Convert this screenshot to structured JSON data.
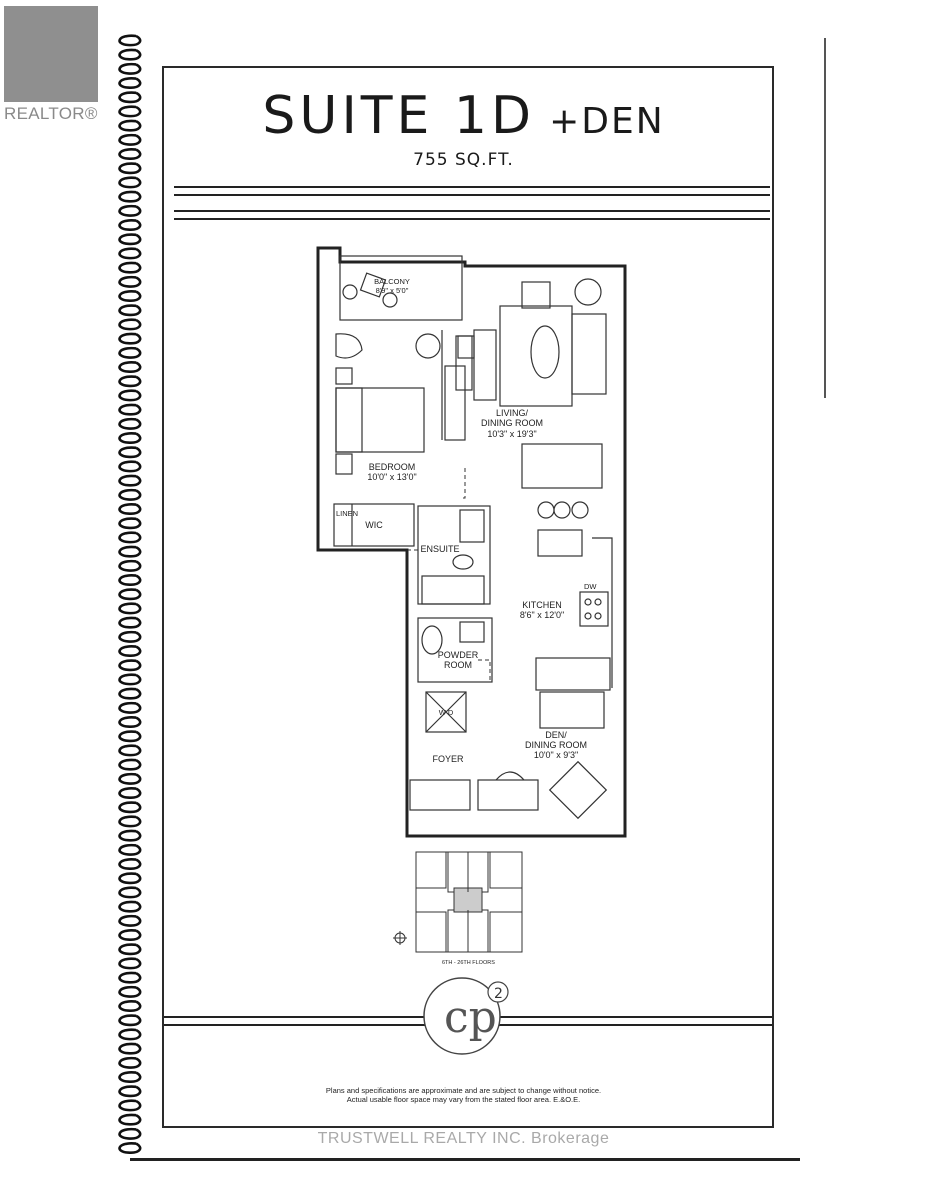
{
  "watermark_brand": "REALTOR®",
  "title": {
    "suite": "SUITE 1D",
    "den": "+DEN",
    "area": "755 SQ.FT."
  },
  "rooms": {
    "balcony": "BALCONY",
    "balcony_dim": "8'9\" x 5'0\"",
    "living": "LIVING/",
    "living2": "DINING ROOM",
    "living_dim": "10'3\" x 19'3\"",
    "bedroom": "BEDROOM",
    "bedroom_dim": "10'0\" x 13'0\"",
    "linen": "LINEN",
    "wic": "WIC",
    "ensuite": "ENSUITE",
    "kitchen": "KITCHEN",
    "kitchen_dim": "8'6\" x 12'0\"",
    "dw": "DW",
    "powder": "POWDER",
    "powder2": "ROOM",
    "wd": "W D",
    "den": "DEN/",
    "den2": "DINING ROOM",
    "den_dim": "10'0\" x 9'3\"",
    "foyer": "FOYER"
  },
  "keyplan": {
    "caption": "6TH - 26TH FLOORS"
  },
  "logo": {
    "mark": "cp",
    "superscript": "2"
  },
  "notice": {
    "line1": "Plans and specifications are approximate and are subject to change without notice.",
    "line2": "Actual usable floor space may vary from the stated floor area. E.&O.E."
  },
  "footer_watermark": "TRUSTWELL REALTY INC. Brokerage"
}
